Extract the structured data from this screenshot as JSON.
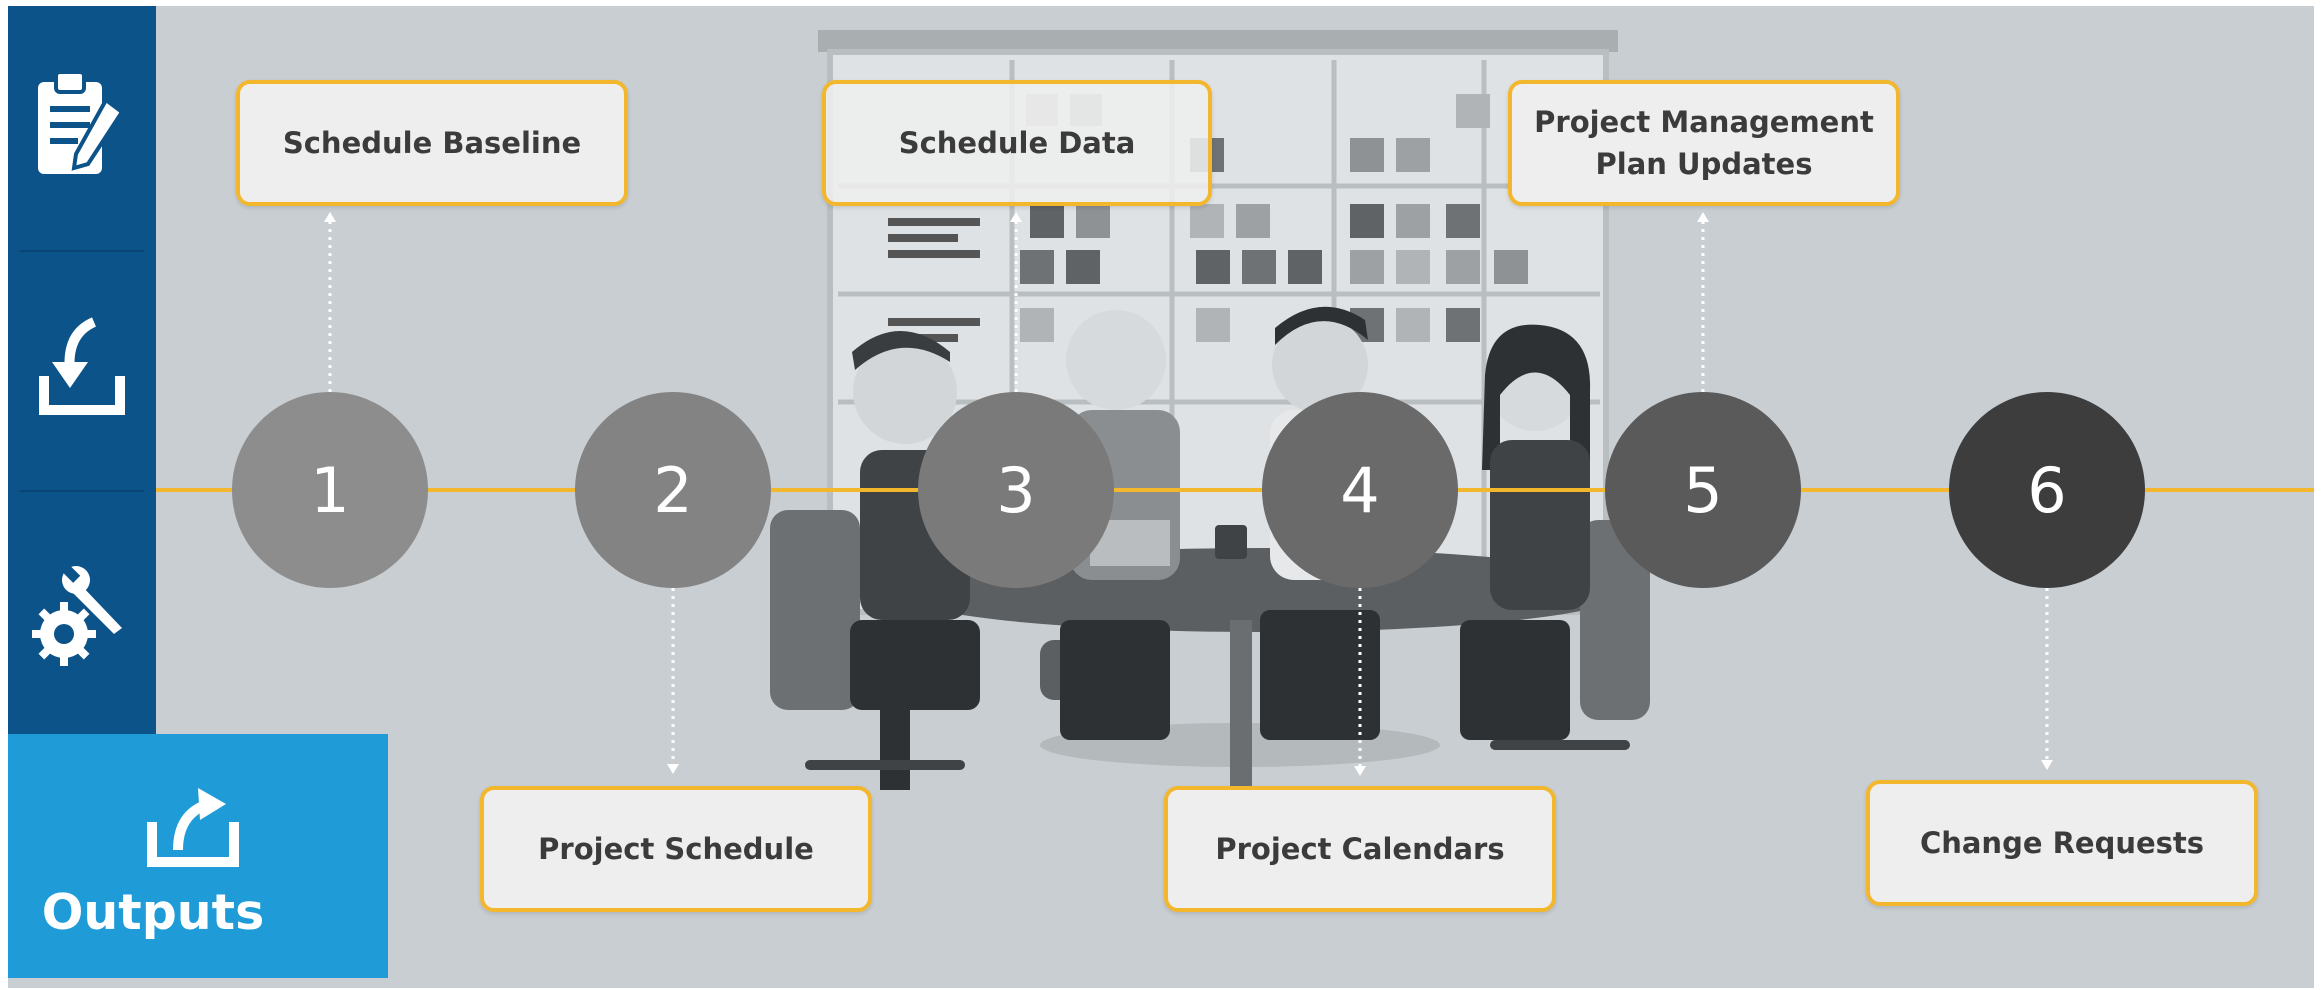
{
  "sidebar": {
    "icons": [
      "clipboard-edit-icon",
      "download-tray-icon",
      "gear-wrench-icon"
    ],
    "outputs_label": "Outputs",
    "outputs_icon": "upload-tray-icon"
  },
  "steps": [
    {
      "number": "1",
      "label": "Schedule Baseline",
      "color": "#8d8d8d"
    },
    {
      "number": "2",
      "label": "Project Schedule",
      "color": "#838383"
    },
    {
      "number": "3",
      "label": "Schedule Data",
      "color": "#7a7a7a"
    },
    {
      "number": "4",
      "label": "Project Calendars",
      "color": "#6a6a6a"
    },
    {
      "number": "5",
      "label": "Project Management\nPlan Updates",
      "color": "#5a5a5a"
    },
    {
      "number": "6",
      "label": "Change Requests",
      "color": "#3d3d3d"
    }
  ],
  "colors": {
    "panel_bg": "#c8ced2",
    "sidebar_dark": "#0b5389",
    "outputs_tile": "#1f9cd8",
    "timeline_line": "#f3b72e",
    "callout_border": "#f3b72e"
  }
}
